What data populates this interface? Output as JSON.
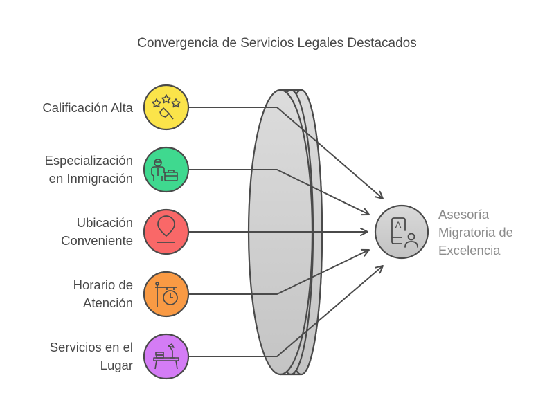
{
  "title": "Convergencia de Servicios Legales Destacados",
  "inputs": [
    {
      "label": "Calificación Alta",
      "icon": "stars-rating-icon",
      "color": "#fbe44a"
    },
    {
      "label": "Especialización\nen Inmigración",
      "icon": "professional-briefcase-icon",
      "color": "#3fd98f"
    },
    {
      "label": "Ubicación\nConveniente",
      "icon": "location-pin-icon",
      "color": "#f96868"
    },
    {
      "label": "Horario de\nAtención",
      "icon": "hanging-clock-icon",
      "color": "#f99a44"
    },
    {
      "label": "Servicios en el\nLugar",
      "icon": "desk-lamp-icon",
      "color": "#d47cf5"
    }
  ],
  "lens": {
    "fill": "#d4d4d4",
    "stroke": "#4a4a4a"
  },
  "target": {
    "label": "Asesoría\nMigratoria de\nExcelencia",
    "icon": "document-person-icon",
    "color": "#d0d0d0",
    "icon_letter": "A"
  }
}
